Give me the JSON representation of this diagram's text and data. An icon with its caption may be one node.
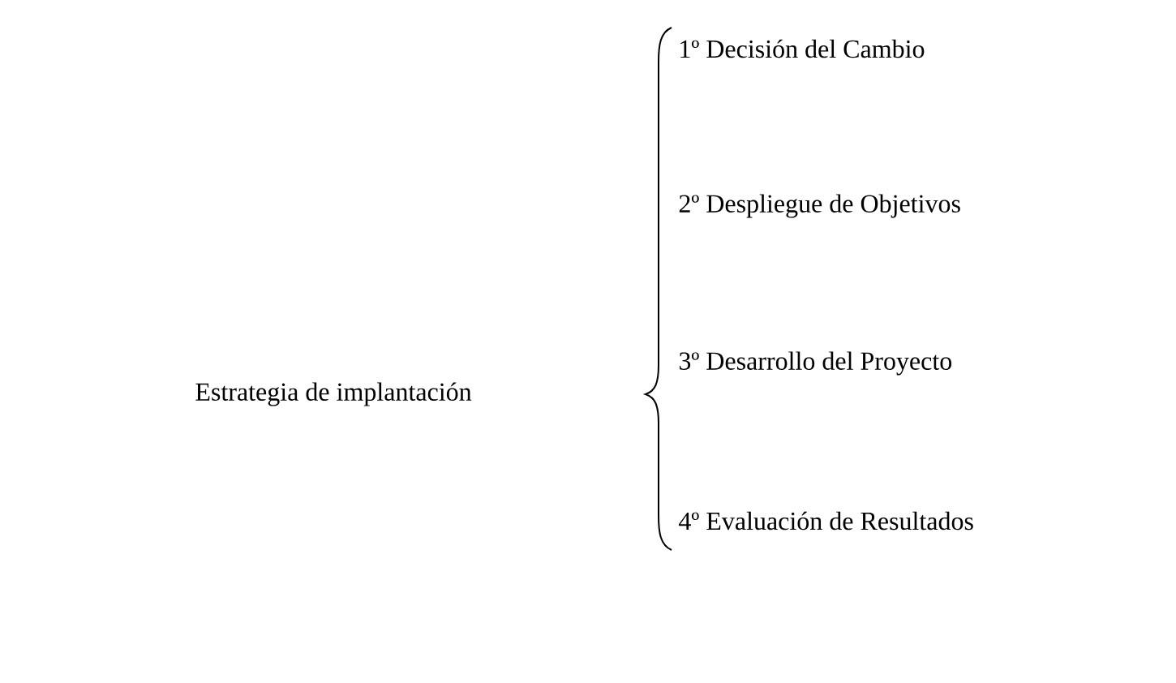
{
  "diagram": {
    "labels": [
      "Estrategia de implantación",
      "1º Decisión del Cambio",
      "2º Despliegue de Objetivos",
      "3º Desarrollo del Proyecto",
      "4º Evaluación de Resultados"
    ]
  }
}
